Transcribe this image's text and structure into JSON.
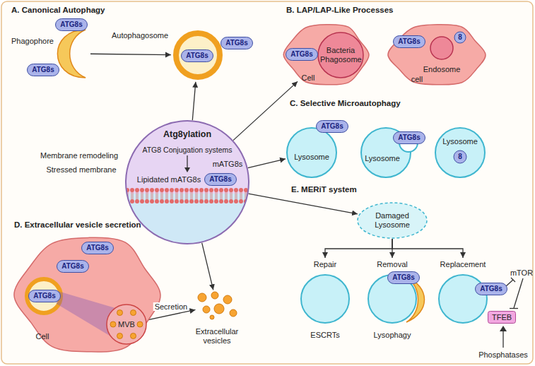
{
  "diagram": {
    "nodes": [
      {
        "text": [
          "Phagophore"
        ]
      },
      {
        "text": [
          "ATG8s"
        ]
      },
      {
        "text": [
          "ATG8s"
        ]
      },
      {
        "text": [
          "Autophagosome"
        ]
      },
      {
        "text": [
          "ATG8s"
        ],
        "in": 3
      },
      {
        "text": [
          "ATG8s"
        ]
      },
      {
        "text": [
          "Atg8ylation",
          "ATG8 Conjugation systems",
          "mATG8s",
          "Lipidated mATG8s"
        ]
      },
      {
        "text": [
          "ATG8s"
        ],
        "in": 6
      },
      {
        "text": [
          "Bacteria Phagosome",
          "Cell"
        ]
      },
      {
        "text": [
          "ATG8s"
        ],
        "in": 8
      },
      {
        "text": [
          "Endosome",
          "cell"
        ]
      },
      {
        "text": [
          "ATG8s"
        ],
        "in": 10
      },
      {
        "text": [
          "8"
        ],
        "in": 10
      },
      {
        "text": [
          "Lysosome"
        ]
      },
      {
        "text": [
          "ATG8s"
        ],
        "in": 13
      },
      {
        "text": [
          "Lysosome"
        ]
      },
      {
        "text": [
          "ATG8s"
        ],
        "in": 15
      },
      {
        "text": [
          "Lysosome"
        ]
      },
      {
        "text": [
          "8"
        ],
        "in": 17
      },
      {
        "text": [
          "Cell"
        ]
      },
      {
        "text": [
          "ATG8s"
        ],
        "in": 19
      },
      {
        "text": [
          "ATG8s"
        ],
        "in": 19
      },
      {
        "text": [
          "ATG8s"
        ],
        "in": 19
      },
      {
        "text": [
          "MVB"
        ],
        "in": 19
      },
      {
        "text": [
          "Extracellular vesicles"
        ]
      },
      {
        "text": [
          "Damaged Lysosome"
        ]
      },
      {
        "text": [
          "Repair",
          "ESCRTs"
        ]
      },
      {
        "text": [
          "Removal",
          "Lysophagy"
        ]
      },
      {
        "text": [
          "ATG8s"
        ],
        "in": 27
      },
      {
        "text": [
          "Replacement"
        ]
      },
      {
        "text": [
          "ATG8s"
        ],
        "in": 29
      },
      {
        "text": [
          "TFEB"
        ]
      }
    ],
    "edges": [
      {
        "from": 0,
        "to": 3,
        "arrow": "to"
      },
      {
        "from": 6,
        "to": 3,
        "arrow": "to"
      },
      {
        "from": 6,
        "to": 8,
        "arrow": "to"
      },
      {
        "from": 6,
        "to": 13,
        "arrow": "to"
      },
      {
        "from": 6,
        "to": 24,
        "arrow": "to"
      },
      {
        "from": 6,
        "to": 25,
        "arrow": "to"
      },
      {
        "from": 25,
        "to": 26,
        "arrow": "to"
      },
      {
        "from": 25,
        "to": 27,
        "arrow": "to"
      },
      {
        "from": 25,
        "to": 29,
        "arrow": "to"
      },
      {
        "from": 21,
        "to": 22,
        "arrow": "to"
      },
      {
        "from": 23,
        "to": 24,
        "label": "Secretion",
        "arrow": "to"
      }
    ],
    "labels": [
      "A. Canonical Autophagy",
      "B. LAP/LAP-Like Processes",
      "C. Selective Microautophagy",
      "D. Extracellular vesicle secretion",
      "E. MERiT system",
      "Membrane remodeling",
      "Stressed membrane",
      "mTOR",
      "Phosphatases"
    ]
  }
}
